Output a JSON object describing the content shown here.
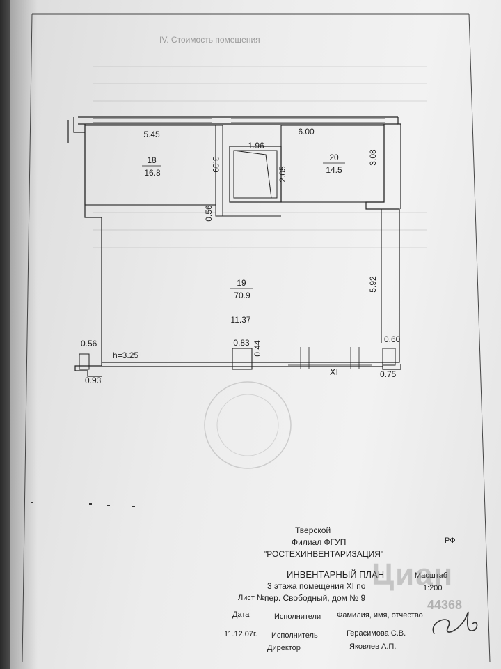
{
  "header": {
    "section_title": "IV.    Стоимость помещения"
  },
  "plan": {
    "dimensions": {
      "top_left_width": "5.45",
      "top_right_width": "6.00",
      "stair_width": "1.96",
      "room18_depth": "3.09",
      "stair_depth": "2.05",
      "room20_depth": "3.08",
      "wall_step": "0.56",
      "right_wall": "5.92",
      "hall_width": "11.37",
      "left_pier": "0.56",
      "bottom_left": "0.93",
      "right_pier": "0.60",
      "bottom_right": "0.75",
      "column_width": "0.83",
      "column_depth": "0.44",
      "ceiling_height": "h=3.25"
    },
    "rooms": [
      {
        "number": "18",
        "area": "16.8"
      },
      {
        "number": "19",
        "area": "70.9"
      },
      {
        "number": "20",
        "area": "14.5"
      }
    ],
    "premise_label": "XI"
  },
  "stamp": {
    "org_line1": "Тверской",
    "org_line2": "Филиал ФГУП",
    "org_line3": "\"РОСТЕХИНВЕНТАРИЗАЦИЯ\"",
    "country": "РФ",
    "doc_title": "ИНВЕНТАРНЫЙ ПЛАН",
    "doc_line2": "3 этажа помещения XI по",
    "doc_line3": "пер. Свободный, дом № 9",
    "scale_label": "Масштаб",
    "scale_value": "1:200",
    "sheet_label": "Лист №",
    "date_label": "Дата",
    "performers_label": "Исполнители",
    "name_label": "Фамилия, имя, отчество",
    "date_value": "11.12.07г.",
    "performer_role": "Исполнитель",
    "performer_name": "Герасимова С.В.",
    "director_role": "Директор",
    "director_name": "Яковлев А.П."
  },
  "watermark": {
    "brand": "Циан",
    "listing_id": "44368"
  }
}
